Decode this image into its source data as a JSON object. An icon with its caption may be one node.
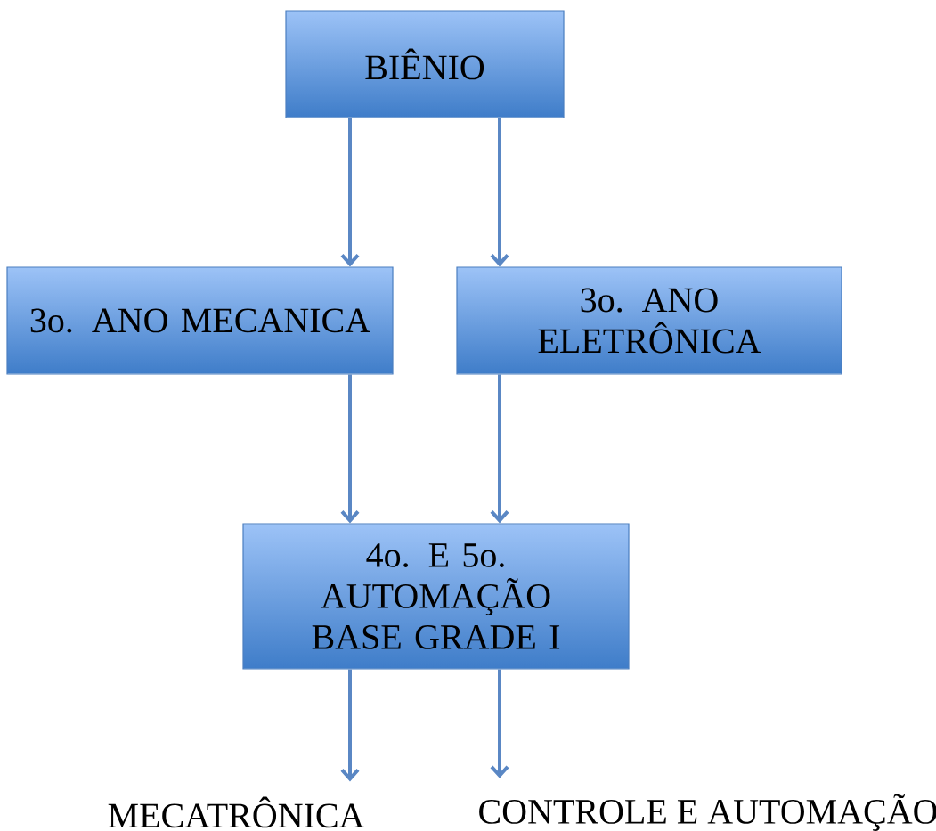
{
  "diagram": {
    "nodes": [
      {
        "text": [
          "BIÊNIO"
        ]
      },
      {
        "text": [
          "3o. ANO MECANICA"
        ]
      },
      {
        "text": [
          "3o. ANO ELETRÔNICA"
        ]
      },
      {
        "text": [
          "4o. E 5o. AUTOMAÇÃO BASE GRADE I"
        ]
      },
      {
        "text": [
          "MECATRÔNICA"
        ]
      },
      {
        "text": [
          "CONTROLE E AUTOMAÇÃO"
        ]
      }
    ],
    "edges": [
      {
        "from": 0,
        "to": 1,
        "arrow": "to"
      },
      {
        "from": 0,
        "to": 2,
        "arrow": "to"
      },
      {
        "from": 1,
        "to": 3,
        "arrow": "to"
      },
      {
        "from": 2,
        "to": 3,
        "arrow": "to"
      },
      {
        "from": 3,
        "to": 4,
        "arrow": "to"
      },
      {
        "from": 3,
        "to": 5,
        "arrow": "to"
      }
    ]
  }
}
